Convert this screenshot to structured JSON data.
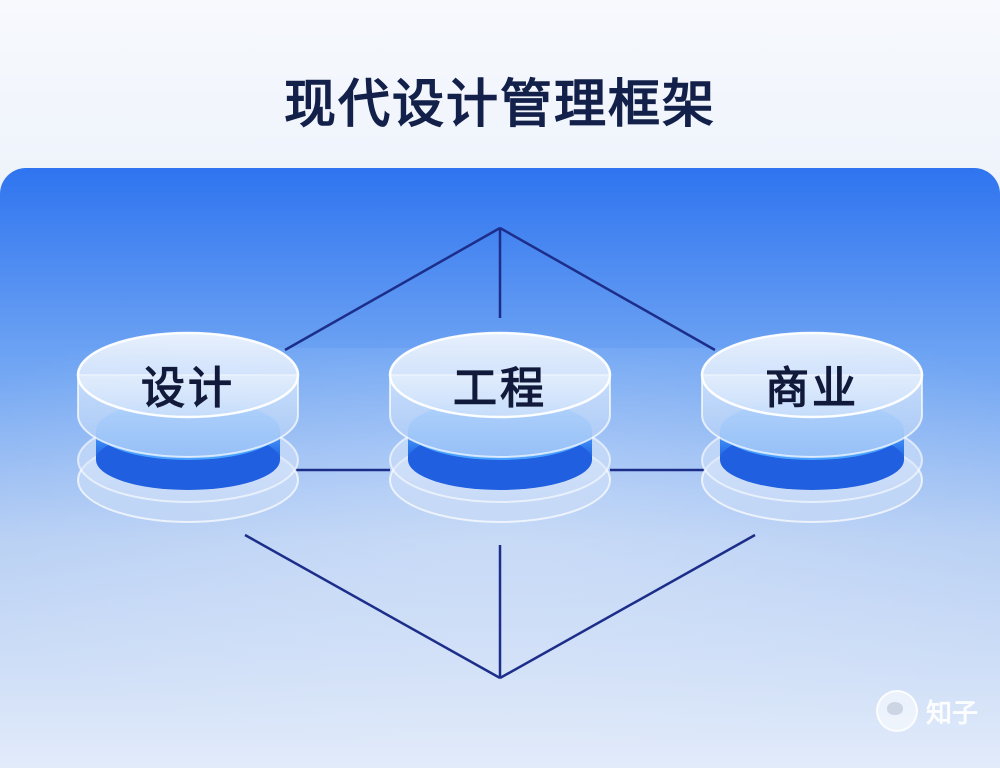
{
  "title": "现代设计管理框架",
  "nodes": [
    {
      "label": "设计"
    },
    {
      "label": "工程"
    },
    {
      "label": "商业"
    }
  ],
  "colors": {
    "title": "#13204a",
    "line": "#1c2e8a",
    "panel_top": "#2f74f0",
    "disc_core": "#2f7ff0"
  },
  "watermark": {
    "text": "知子",
    "icon": "logo-bubble-icon"
  }
}
